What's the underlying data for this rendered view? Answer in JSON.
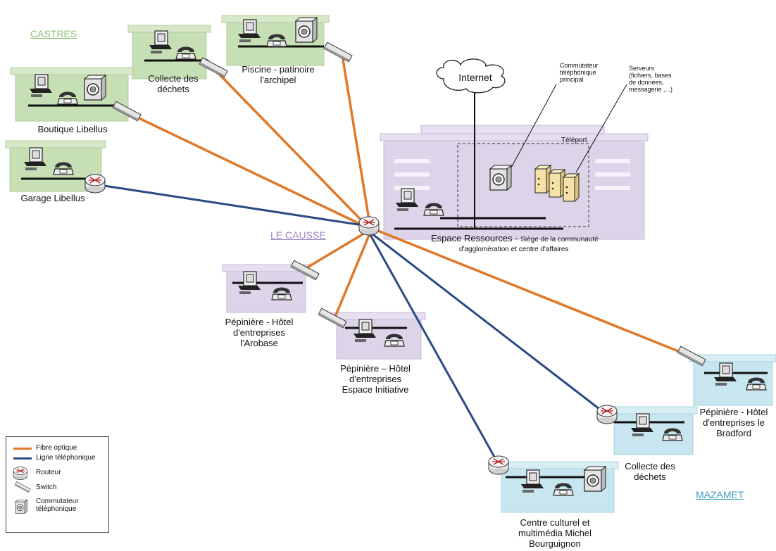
{
  "cities": {
    "castres": "CASTRES",
    "le_causse": "LE CAUSSE",
    "mazamet": "MAZAMET"
  },
  "colors": {
    "fibre": "#e07828",
    "phone": "#2b4a84",
    "green_building": "#c6dfb4",
    "purple_building": "#ddd4ea",
    "blue_building": "#c7e6ef",
    "city_castres": "#8fbf6f",
    "city_causse": "#9a86c2",
    "city_mazamet": "#3d9fc4"
  },
  "sites": {
    "collecte_castres": "Collecte des\ndéchets",
    "piscine": "Piscine - patinoire\nl'archipel",
    "boutique": "Boutique Libellus",
    "garage": "Garage Libellus",
    "espace_ressources_main": "Espace Ressources - ",
    "espace_ressources_sub": "Siège de la communauté",
    "espace_ressources_sub2": "d'agglomération et centre d'affaires",
    "arobase": "Pépinière - Hôtel\nd'entreprises\nl'Arobase",
    "espace_initiative": "Pépinière – Hôtel\nd'entreprises\nEspace Initiative",
    "bradford": "Pépinière - Hôtel\nd'entreprises le\nBradford",
    "collecte_mazamet": "Collecte des\ndéchets",
    "centre_culturel": "Centre culturel et\nmultimédia Michel\nBourguignon"
  },
  "internet": "Internet",
  "teleport": "Téléport",
  "commutateur_principal": "Commutateur\ntéléphonique\nprincipal",
  "serveurs": "Serveurs\n(fichiers, bases\nde données,\nmessagerie ,...)",
  "legend": {
    "fibre": "Fibre optique",
    "phone": "Ligne téléphonique",
    "routeur": "Routeur",
    "switch": "Switch",
    "commutateur": "Commutateur\ntéléphonique"
  },
  "icons": [
    "router-icon",
    "switch-icon",
    "computer-icon",
    "telephone-icon",
    "pbx-icon",
    "server-icon",
    "cloud-icon"
  ]
}
